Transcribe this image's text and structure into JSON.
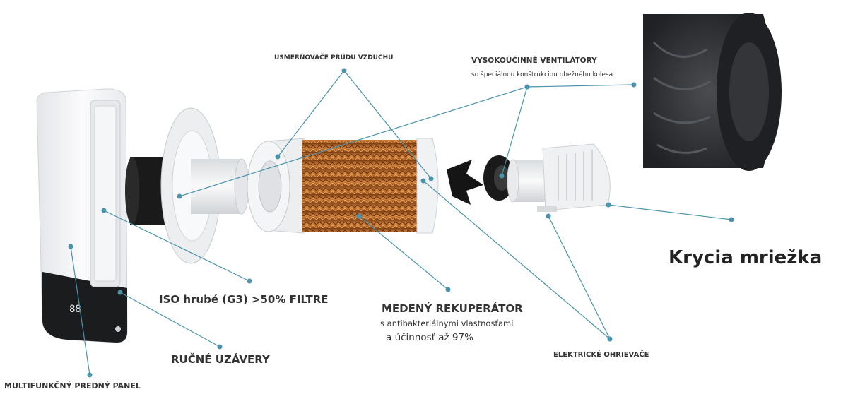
{
  "labels": {
    "air_flow_guides": "USMERŇOVAČE PRÚDU VZDUCHU",
    "fans_title": "VYSOKOÚČINNÉ VENTILÁTORY",
    "fans_subtitle": "so špeciálnou konštrukciou obežného kolesa",
    "cover_grille": "Krycia mriežka",
    "filters": "ISO hrubé (G3) >50% FILTRE",
    "recuperator_title": "MEDENÝ REKUPERÁTOR",
    "recuperator_line1": "s antibakteriálnymi vlastnosťami",
    "recuperator_line2": "a účinnosť až 97%",
    "manual_shutters": "RUČNÉ UZÁVERY",
    "heaters": "ELEKTRICKÉ OHRIEVAČE",
    "front_panel": "MULTIFUNKČNÝ PREDNÝ PANEL"
  },
  "panel_display": {
    "digits": "88"
  },
  "colors": {
    "leader": "#4a93ab",
    "copper": "#c06a2a",
    "copper_dark": "#8a4414",
    "panel_white": "#f2f3f4",
    "panel_black": "#1b1c1e",
    "fan_black": "#1a1a1a",
    "grille_dark": "#2e3033"
  }
}
